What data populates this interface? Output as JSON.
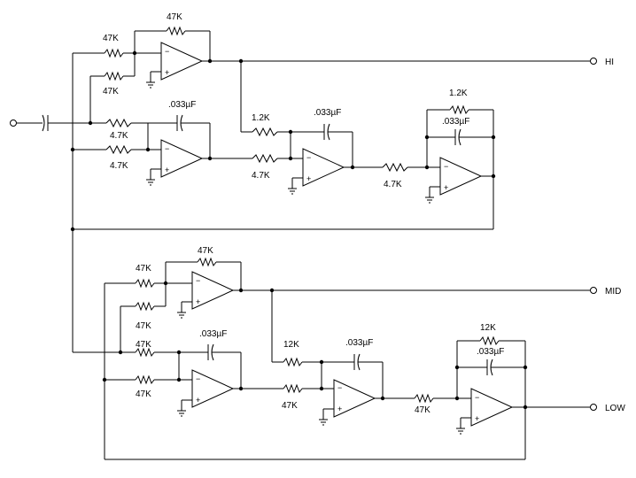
{
  "terminals": {
    "hi": "HI",
    "mid": "MID",
    "low": "LOW"
  },
  "labels": {
    "r_47k": "47K",
    "r_4_7k": "4.7K",
    "r_1_2k": "1.2K",
    "r_12k": "12K",
    "c_033uf": ".033µF"
  },
  "opamp_signs": {
    "minus": "−",
    "plus": "+"
  }
}
